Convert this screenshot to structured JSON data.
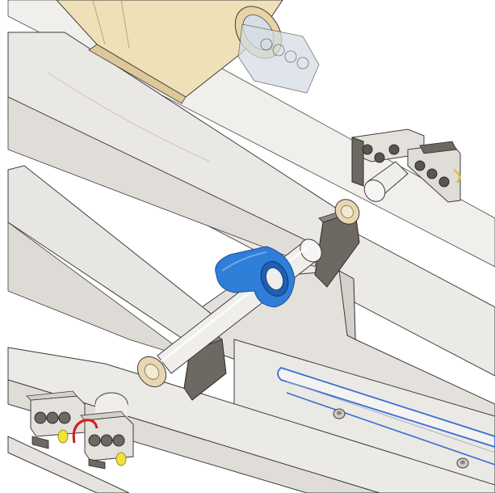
{
  "viewport": {
    "background": "#ffffff",
    "style": "shaded-with-edges",
    "colors": {
      "frame": "#e2dfda",
      "frame_light": "#eeece8",
      "frame_shadow": "#cfcbc5",
      "edge": "#3c3c3c",
      "bracket_dark": "#6e6863",
      "pin": "#efeeeb",
      "bushing": "#e6d7b2",
      "actuator_body": "#f0e0b8",
      "actuator_shade": "#dcc898",
      "spacer": "#2f7ed8",
      "spacer_dark": "#1f5fb4",
      "rail_highlight": "#3a6fd0",
      "clip_red": "#cc2020",
      "marker_yellow": "#f2e23a",
      "glass": "#d6dde5"
    },
    "parts": [
      {
        "name": "linear-actuator",
        "icon": "actuator-icon"
      },
      {
        "name": "scissor-arm-upper",
        "icon": "arm-icon"
      },
      {
        "name": "scissor-arm-lower",
        "icon": "arm-icon"
      },
      {
        "name": "pivot-pin",
        "icon": "pin-icon"
      },
      {
        "name": "blue-spacer-washer",
        "icon": "washer-icon"
      },
      {
        "name": "end-bracket-assembly",
        "icon": "bracket-icon"
      },
      {
        "name": "mounting-plate",
        "icon": "plate-icon"
      },
      {
        "name": "slide-rail",
        "icon": "rail-icon"
      },
      {
        "name": "roller-bracket-assembly",
        "icon": "bracket-icon"
      }
    ]
  }
}
